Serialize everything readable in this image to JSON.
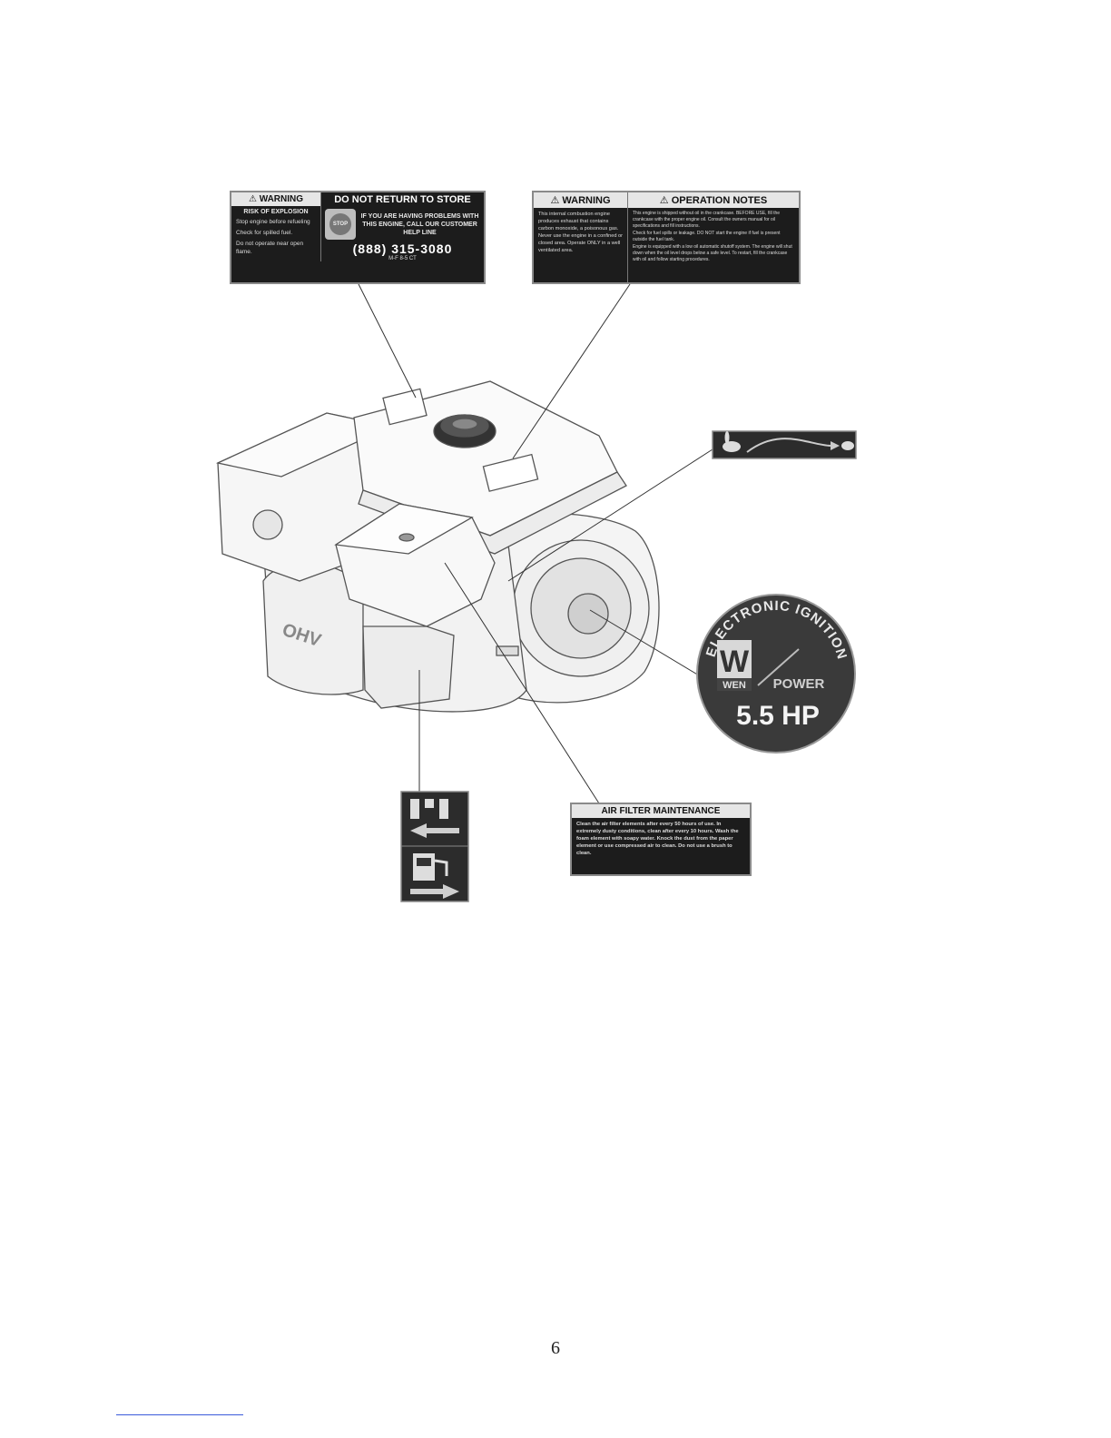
{
  "page": {
    "number": "6"
  },
  "labels": {
    "warning_store": {
      "warning_header": "WARNING",
      "store_header": "DO NOT RETURN TO STORE",
      "subtitle": "RISK OF EXPLOSION",
      "bullets": [
        "Stop engine before refueling",
        "Check for spilled fuel.",
        "Do not operate near open flame."
      ],
      "help_text": "IF YOU ARE HAVING PROBLEMS WITH THIS ENGINE, CALL OUR CUSTOMER HELP LINE",
      "phone": "(888) 315-3080",
      "hours": "M-F 8-5 CT",
      "seal_text": "STOP"
    },
    "warning_operation": {
      "warning_header": "WARNING",
      "operation_header": "OPERATION NOTES",
      "warning_text": "This internal combustion engine produces exhaust that contains carbon monoxide, a poisonous gas. Never use the engine in a confined or closed area. Operate ONLY in a well ventilated area.",
      "notes": [
        "This engine is shipped without oil in the crankcase. BEFORE USE, fill the crankcase with the proper engine oil. Consult the owners manual for oil specifications and fill instructions.",
        "Check for fuel spills or leakage. DO NOT start the engine if fuel is present outside the fuel tank.",
        "Engine is equipped with a low oil automatic shutoff system. The engine will shut down when the oil level drops below a safe level. To restart, fill the crankcase with oil and follow starting procedures."
      ]
    },
    "air_filter": {
      "header": "AIR FILTER MAINTENANCE",
      "text": "Clean the air filter elements after every 50 hours of use. In extremely dusty conditions, clean after every 10 hours. Wash the foam element with soapy water. Knock the dust from the paper element or use compressed air to clean. Do not use a brush to clean."
    },
    "badge": {
      "arc_text": "ELECTRONIC IGNITION",
      "logo_letter": "W",
      "brand": "WEN",
      "power": "POWER",
      "hp": "5.5 HP"
    },
    "engine": {
      "ohv_text": "OHV"
    }
  },
  "colors": {
    "label_bg": "#1c1c1c",
    "label_header": "#e6e6e6",
    "line": "#333333"
  }
}
